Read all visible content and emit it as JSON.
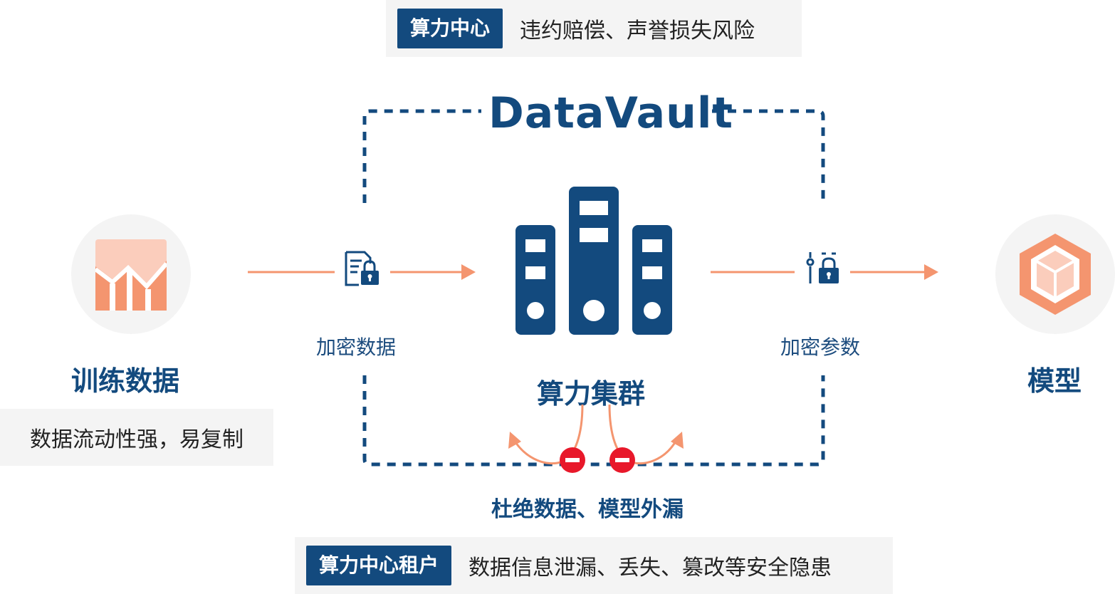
{
  "top_note": {
    "tag": "算力中心",
    "text": "违约赔偿、声誉损失风险"
  },
  "bottom_note": {
    "tag": "算力中心租户",
    "text": "数据信息泄漏、丢失、篡改等安全隐患"
  },
  "vault": {
    "title": "DataVault"
  },
  "left": {
    "title": "训练数据",
    "note": "数据流动性强，易复制"
  },
  "right": {
    "title": "模型"
  },
  "flows": {
    "in_label": "加密数据",
    "out_label": "加密参数"
  },
  "cluster": {
    "label": "算力集群"
  },
  "leak": {
    "label": "杜绝数据、模型外漏"
  },
  "colors": {
    "primary": "#134a7e",
    "accent": "#f4956f",
    "block": "#e8182a",
    "panel": "#f4f4f4"
  },
  "icons": {
    "training_data": "chart-bar-trend-icon",
    "model": "cube-icon",
    "encrypted_data": "document-lock-icon",
    "encrypted_params": "params-lock-icon",
    "cluster": "server-cluster-icon",
    "blocked": "no-entry-icon"
  }
}
